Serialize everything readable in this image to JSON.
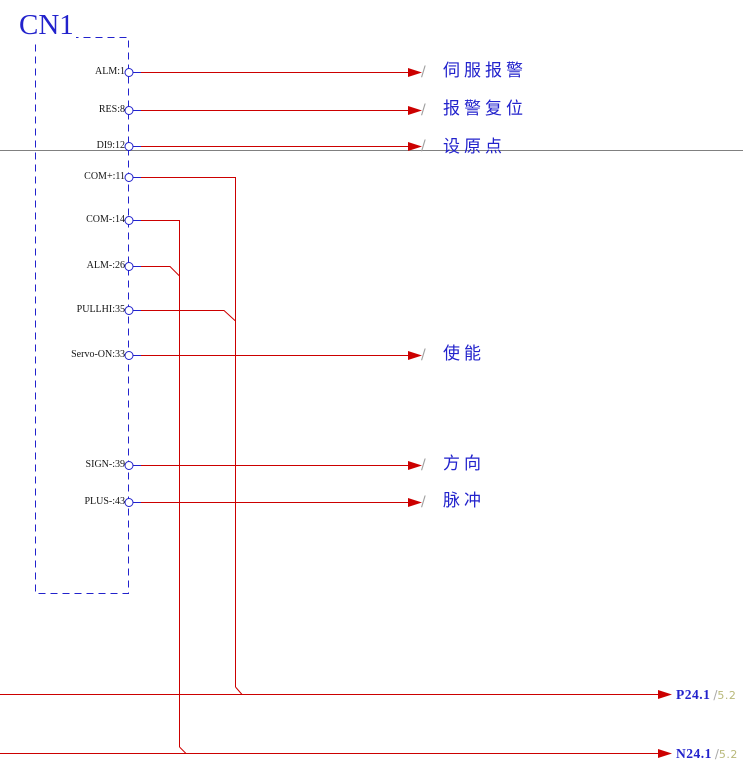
{
  "connector": {
    "name": "CN1",
    "pins": [
      {
        "label": "ALM:1"
      },
      {
        "label": "RES:8"
      },
      {
        "label": "DI9:12"
      },
      {
        "label": "COM+:11"
      },
      {
        "label": "COM-:14"
      },
      {
        "label": "ALM-:26"
      },
      {
        "label": "PULLHI:35"
      },
      {
        "label": "Servo-ON:33"
      },
      {
        "label": "SIGN-:39"
      },
      {
        "label": "PLUS-:43"
      }
    ]
  },
  "signals": [
    {
      "label": "伺服报警"
    },
    {
      "label": "报警复位"
    },
    {
      "label": "设原点"
    },
    {
      "label": "使能"
    },
    {
      "label": "方向"
    },
    {
      "label": "脉冲"
    }
  ],
  "branch_slash": "/",
  "rails": [
    {
      "label": "P24.1",
      "ref_slash": "/",
      "ref": "5.2"
    },
    {
      "label": "N24.1",
      "ref_slash": "/",
      "ref": "5.2"
    }
  ],
  "colors": {
    "wire": "#cc0000",
    "device": "#2222cc",
    "frame_line": "#808080",
    "pin_text": "#141414",
    "branch_slash": "#a0a0a0",
    "reference_text": "#b9b97a"
  }
}
